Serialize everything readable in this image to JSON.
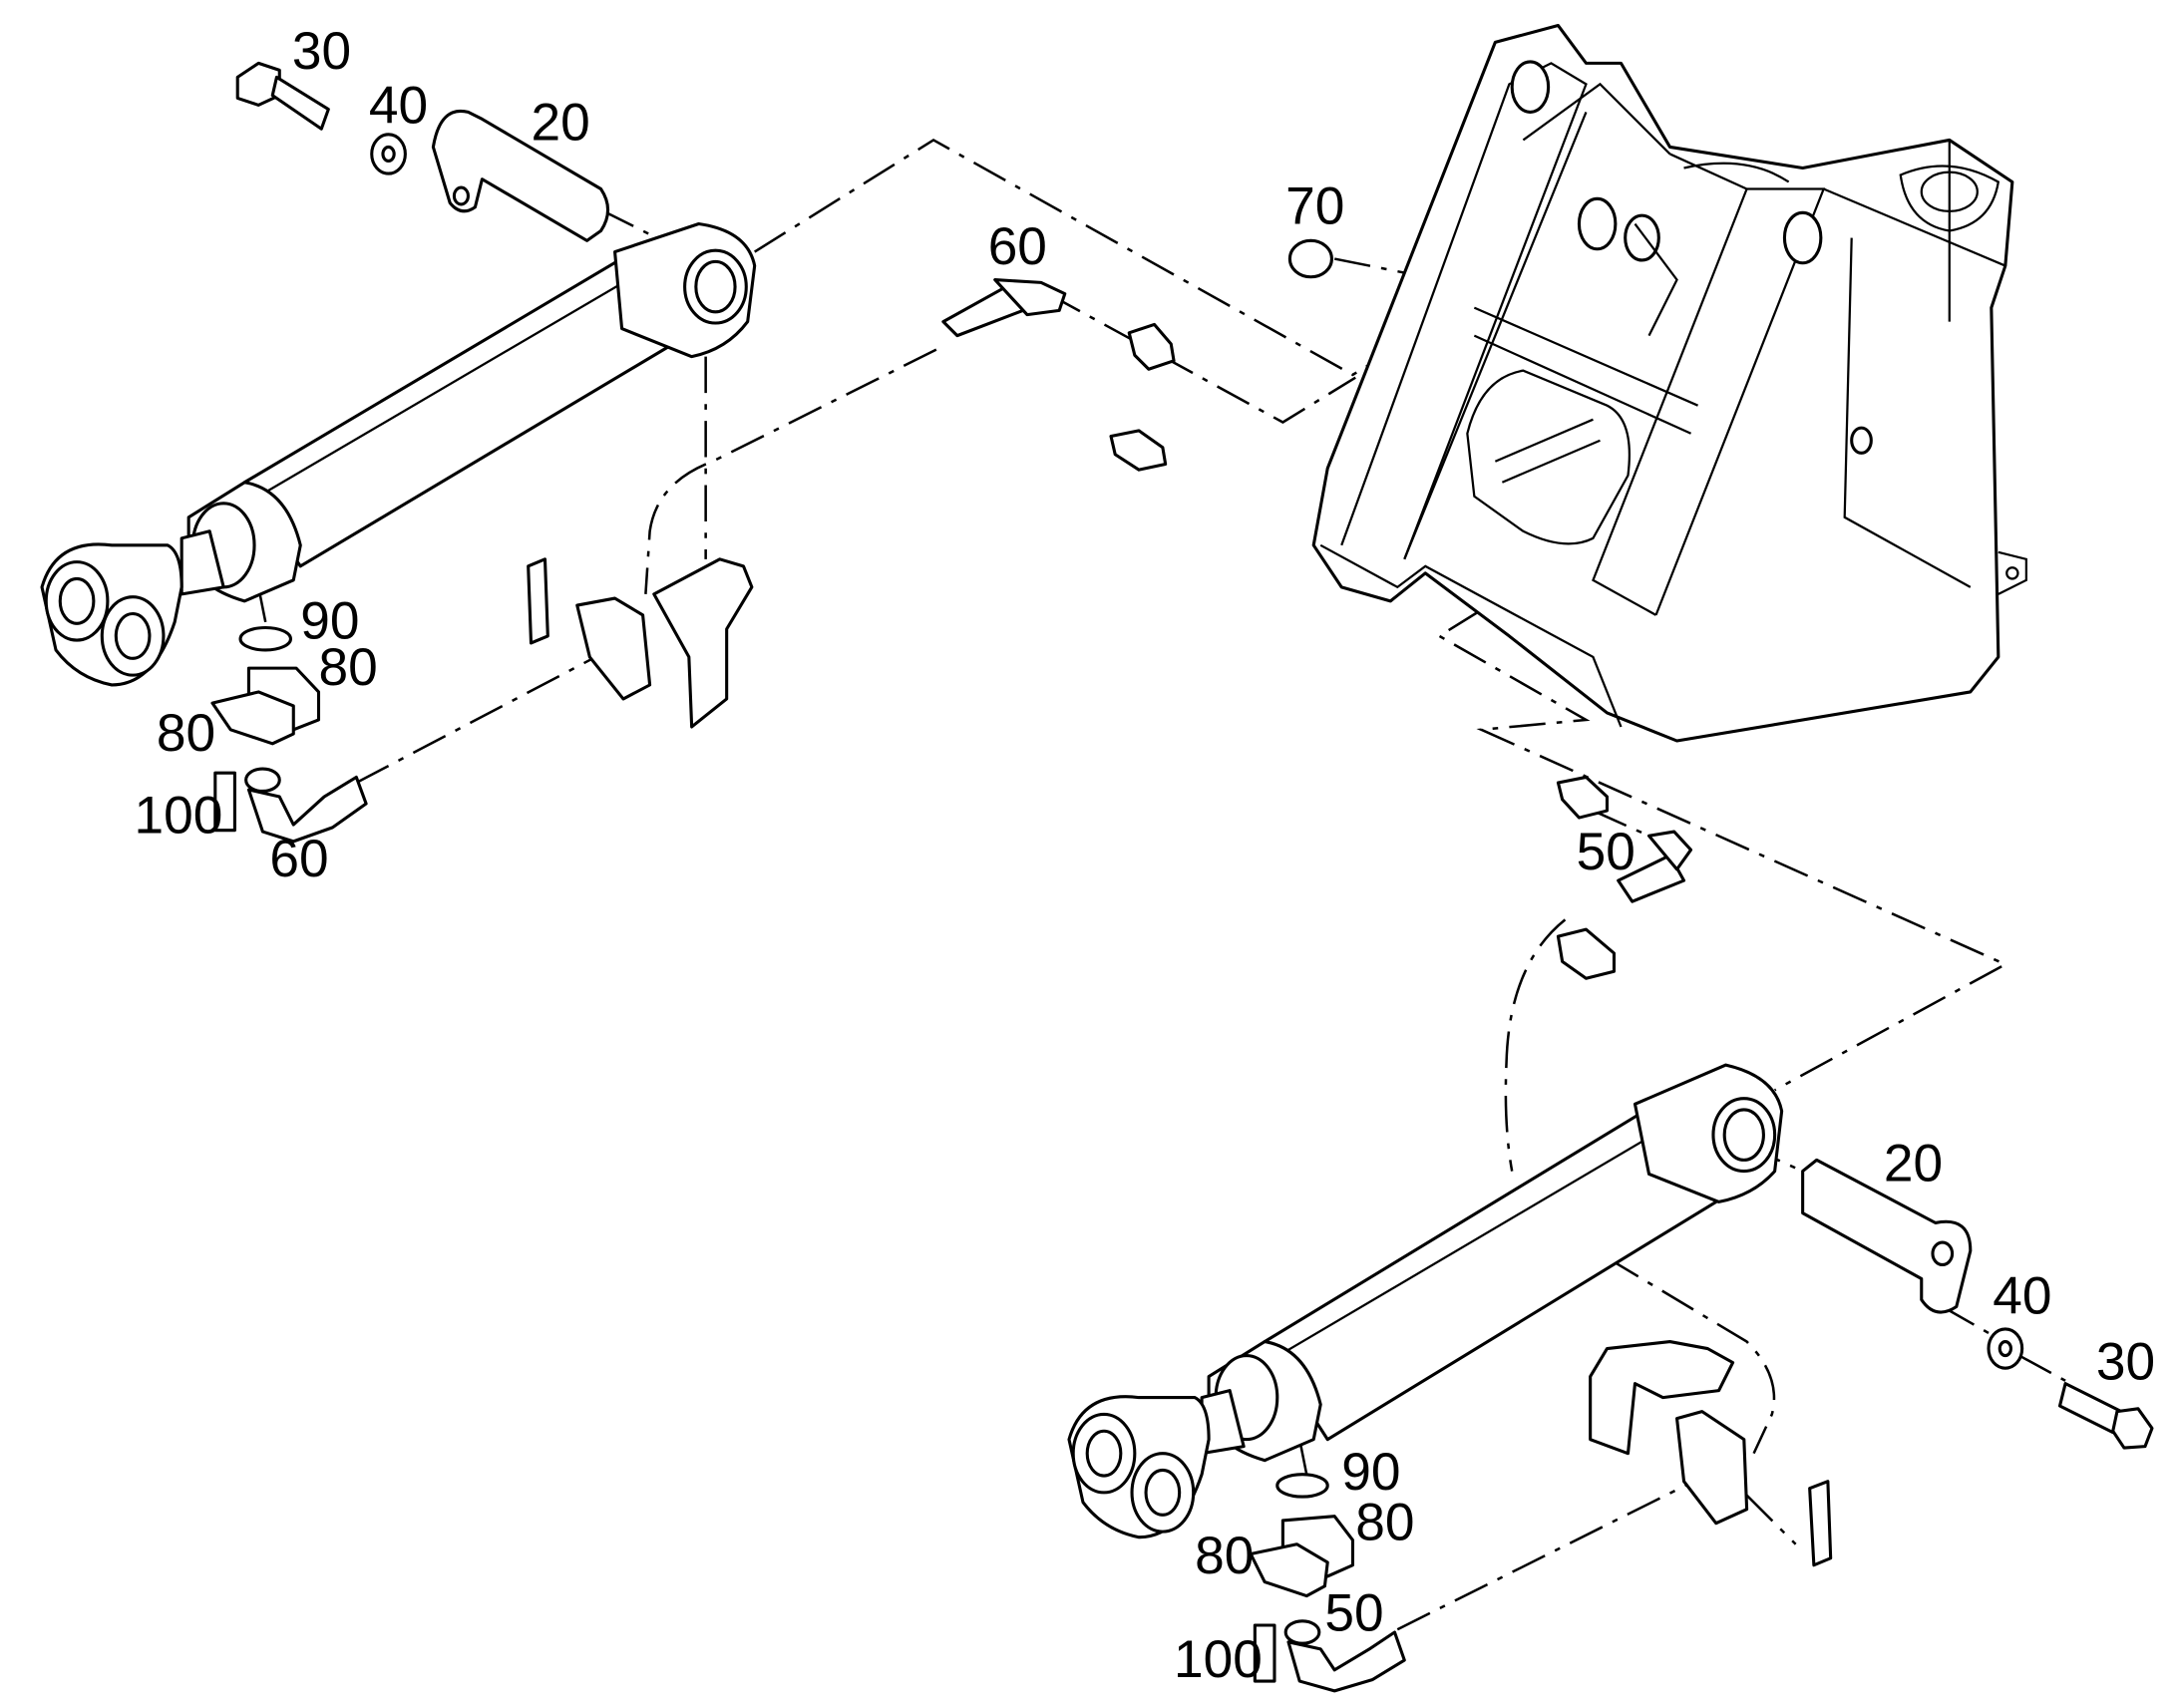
{
  "diagram": {
    "type": "exploded-parts-diagram",
    "line_color": "#000000",
    "background": "#ffffff",
    "callouts": [
      {
        "id": "c30a",
        "text": "30"
      },
      {
        "id": "c40a",
        "text": "40"
      },
      {
        "id": "c20a",
        "text": "20"
      },
      {
        "id": "c60a",
        "text": "60"
      },
      {
        "id": "c70",
        "text": "70"
      },
      {
        "id": "c90a",
        "text": "90"
      },
      {
        "id": "c80a",
        "text": "80"
      },
      {
        "id": "c80b",
        "text": "80"
      },
      {
        "id": "c100a",
        "text": "100"
      },
      {
        "id": "c60b",
        "text": "60"
      },
      {
        "id": "c50a",
        "text": "50"
      },
      {
        "id": "c20b",
        "text": "20"
      },
      {
        "id": "c40b",
        "text": "40"
      },
      {
        "id": "c30b",
        "text": "30"
      },
      {
        "id": "c90b",
        "text": "90"
      },
      {
        "id": "c80c",
        "text": "80"
      },
      {
        "id": "c80d",
        "text": "80"
      },
      {
        "id": "c50b",
        "text": "50"
      },
      {
        "id": "c100b",
        "text": "100"
      }
    ]
  }
}
